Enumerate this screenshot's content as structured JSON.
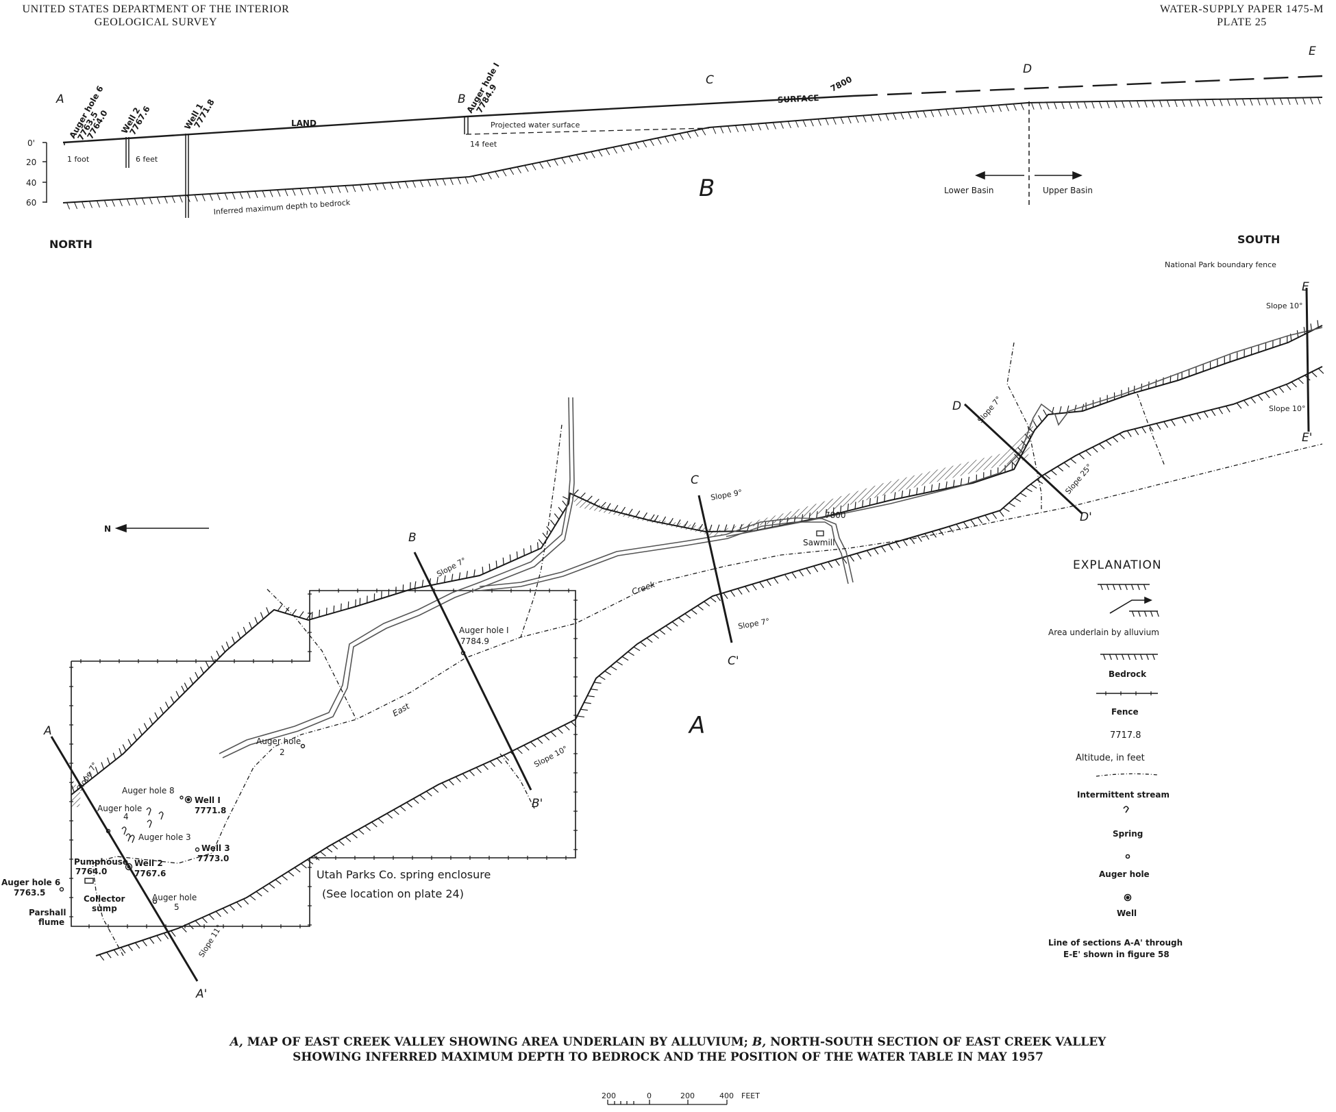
{
  "header": {
    "left_line1": "UNITED STATES DEPARTMENT OF THE INTERIOR",
    "left_line2": "GEOLOGICAL SURVEY",
    "right_line1": "WATER-SUPPLY PAPER 1475-M",
    "right_line2": "PLATE 25"
  },
  "section_b": {
    "title": "B",
    "points": [
      "A",
      "B",
      "C",
      "D",
      "E"
    ],
    "surface_label_land": "LAND",
    "surface_label_surface": "SURFACE",
    "surface_altitude": "7800",
    "projected_water": "Projected  water  surface",
    "inferred_depth": "Inferred  maximum  depth  to  bedrock",
    "depth_ticks": [
      "0'",
      "20",
      "40",
      "60"
    ],
    "wells": [
      {
        "name": "Auger hole 6",
        "alt1": "7763.5",
        "alt2": "7764.0",
        "depth": "1 foot"
      },
      {
        "name": "Well 2",
        "alt": "7767.6",
        "depth": "6 feet"
      },
      {
        "name": "Well 1",
        "alt": "7771.8"
      },
      {
        "name": "Auger hole I",
        "alt": "7784.9",
        "depth": "14 feet"
      }
    ],
    "lower_basin": "Lower  Basin",
    "upper_basin": "Upper  Basin",
    "north": "NORTH",
    "south": "SOUTH"
  },
  "map_a": {
    "title": "A",
    "north_arrow": "N",
    "boundary_fence": "National  Park  boundary  fence",
    "enclosure_line1": "Utah Parks Co. spring enclosure",
    "enclosure_line2": "(See location on plate 24)",
    "creek_word1": "East",
    "creek_word2": "Creek",
    "sawmill": "Sawmill",
    "sawmill_alt": "7800",
    "sections": [
      {
        "a": "A",
        "b": "A'",
        "slope": "Slope 7°",
        "slope2": "Slope 11°"
      },
      {
        "a": "B",
        "b": "B'",
        "slope": "Slope 7°",
        "slope2": "Slope 10°"
      },
      {
        "a": "C",
        "b": "C'",
        "slope": "Slope 9°",
        "slope2": "Slope 7°"
      },
      {
        "a": "D",
        "b": "D'",
        "slope": "Slope 7°",
        "slope2": "Slope 25°"
      },
      {
        "a": "E",
        "b": "E'",
        "slope": "Slope 10°",
        "slope2": "Slope 10°"
      }
    ],
    "features": {
      "auger_hole_1": "Auger hole I",
      "auger_hole_1_alt": "7784.9",
      "auger_hole_2": "Auger hole",
      "auger_hole_2_num": "2",
      "auger_hole_8": "Auger hole 8",
      "auger_hole_4": "Auger hole",
      "auger_hole_4_num": "4",
      "auger_hole_3": "Auger hole 3",
      "auger_hole_5": "Auger hole",
      "auger_hole_5_num": "5",
      "auger_hole_6": "Auger hole 6",
      "auger_hole_6_alt": "7763.5",
      "well_1": "Well I",
      "well_1_alt": "7771.8",
      "well_2": "Well 2",
      "well_2_alt": "7767.6",
      "well_3": "Well 3",
      "well_3_alt": "7773.0",
      "pumphouse": "Pumphouse",
      "pumphouse_alt": "7764.0",
      "collector": "Collector",
      "sump": "sump",
      "parshall": "Parshall",
      "flume": "flume"
    }
  },
  "explanation": {
    "title": "EXPLANATION",
    "alluvium": "Area  underlain  by  alluvium",
    "bedrock": "Bedrock",
    "fence": "Fence",
    "altitude_value": "7717.8",
    "altitude": "Altitude, in feet",
    "stream": "Intermittent  stream",
    "spring": "Spring",
    "auger": "Auger  hole",
    "well": "Well",
    "sections_line1": "Line of sections A-A' through",
    "sections_line2": "E-E'  shown  in  figure 58"
  },
  "caption": {
    "line1_a": "A,",
    "line1_text": " MAP OF EAST CREEK VALLEY SHOWING AREA UNDERLAIN BY ALLUVIUM; ",
    "line1_b": "B,",
    "line1_text2": " NORTH-SOUTH SECTION OF EAST CREEK VALLEY",
    "line2": "SHOWING INFERRED MAXIMUM DEPTH TO BEDROCK AND THE POSITION OF THE WATER TABLE IN MAY 1957"
  },
  "scale_bar": {
    "labels": [
      "200",
      "0",
      "200",
      "400"
    ],
    "unit": "FEET"
  }
}
